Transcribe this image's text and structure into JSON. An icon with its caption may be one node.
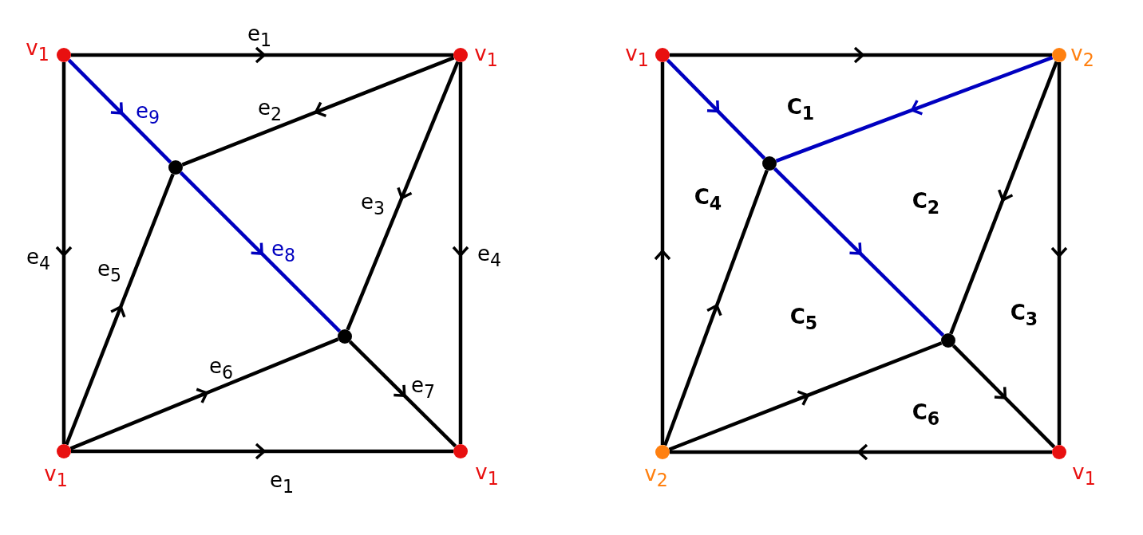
{
  "diagram": {
    "nodes": [
      {
        "text": [],
        "shape": "circle",
        "beside": [
          "v$_{1}$"
        ]
      },
      {
        "text": [],
        "shape": "circle",
        "beside": [
          "v$_{1}$"
        ]
      },
      {
        "text": [],
        "shape": "circle"
      },
      {
        "text": [],
        "shape": "circle"
      },
      {
        "text": [],
        "shape": "circle",
        "beside": [
          "v$_{1}$"
        ]
      },
      {
        "text": [],
        "shape": "circle",
        "beside": [
          "v$_{1}$"
        ]
      },
      {
        "text": [],
        "shape": "circle",
        "beside": [
          "v$_{1}$"
        ]
      },
      {
        "text": [],
        "shape": "circle",
        "beside": [
          "v$_{2}$"
        ]
      },
      {
        "text": [],
        "shape": "circle"
      },
      {
        "text": [],
        "shape": "circle"
      },
      {
        "text": [],
        "shape": "circle",
        "beside": [
          "v$_{2}$"
        ]
      },
      {
        "text": [],
        "shape": "circle",
        "beside": [
          "v$_{1}$"
        ]
      }
    ],
    "edges": [
      {
        "from": 0,
        "to": 1,
        "arrow": "to",
        "label": "e$_{1}$"
      },
      {
        "from": 0,
        "to": 4,
        "arrow": "to",
        "label": "e$_{4}$"
      },
      {
        "from": 1,
        "to": 5,
        "arrow": "to",
        "label": "e$_{4}$"
      },
      {
        "from": 4,
        "to": 5,
        "arrow": "to",
        "label": "e$_{1}$"
      },
      {
        "from": 0,
        "to": 2,
        "arrow": "to",
        "label": "e$_{9}$",
        "color": "#0000c0"
      },
      {
        "from": 2,
        "to": 3,
        "arrow": "to",
        "label": "e$_{8}$",
        "color": "#0000c0"
      },
      {
        "from": 1,
        "to": 2,
        "arrow": "to",
        "label": "e$_{2}$"
      },
      {
        "from": 1,
        "to": 3,
        "arrow": "to",
        "label": "e$_{3}$"
      },
      {
        "from": 4,
        "to": 2,
        "arrow": "to",
        "label": "e$_{5}$"
      },
      {
        "from": 4,
        "to": 3,
        "arrow": "to",
        "label": "e$_{6}$"
      },
      {
        "from": 3,
        "to": 5,
        "arrow": "to",
        "label": "e$_{7}$"
      },
      {
        "from": 6,
        "to": 7,
        "arrow": "to"
      },
      {
        "from": 7,
        "to": 8,
        "arrow": "to",
        "color": "#0000c0"
      },
      {
        "from": 6,
        "to": 8,
        "arrow": "to",
        "color": "#0000c0"
      },
      {
        "from": 8,
        "to": 9,
        "arrow": "to",
        "color": "#0000c0"
      },
      {
        "from": 7,
        "to": 9,
        "arrow": "to"
      },
      {
        "from": 7,
        "to": 11,
        "arrow": "to"
      },
      {
        "from": 10,
        "to": 6,
        "arrow": "to"
      },
      {
        "from": 10,
        "to": 8,
        "arrow": "to"
      },
      {
        "from": 10,
        "to": 9,
        "arrow": "to"
      },
      {
        "from": 9,
        "to": 11,
        "arrow": "to"
      },
      {
        "from": 11,
        "to": 10,
        "arrow": "to"
      }
    ],
    "labels": [
      "C$_{1}$",
      "C$_{4}$",
      "C$_{2}$",
      "C$_{5}$",
      "C$_{3}$",
      "C$_{6}$"
    ]
  }
}
